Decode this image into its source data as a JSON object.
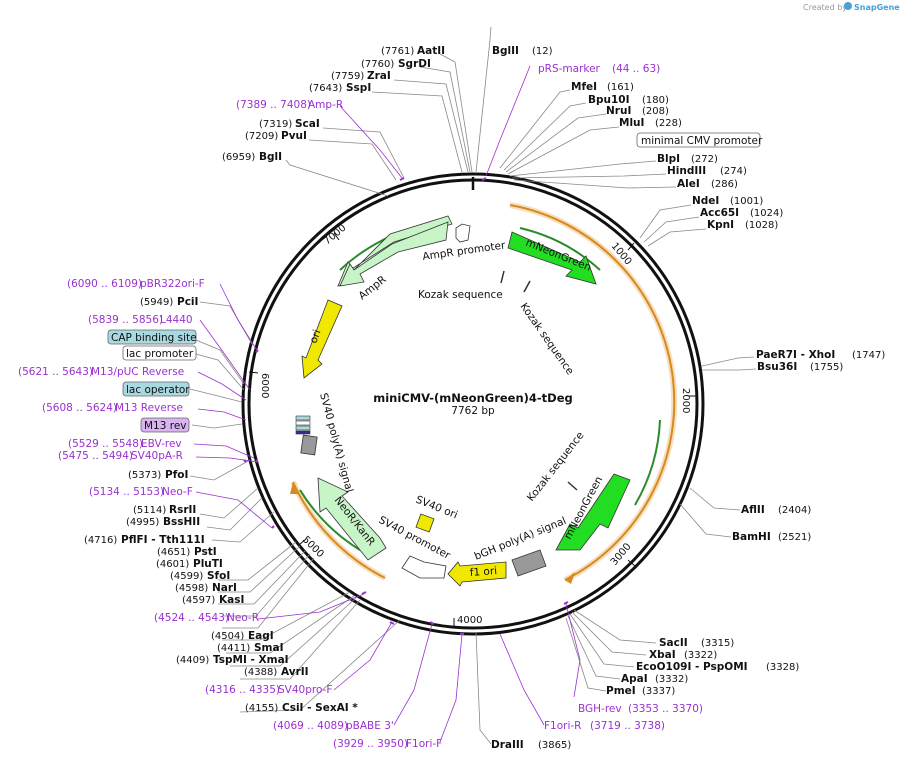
{
  "credit": "Created by",
  "brand": "SnapGene",
  "plasmid": {
    "name": "miniCMV-(mNeonGreen)4-tDeg",
    "length": "7762 bp"
  },
  "ticks": [
    "1000",
    "2000",
    "3000",
    "4000",
    "5000",
    "6000",
    "7000"
  ],
  "enzymes_left": [
    {
      "pos": "(7761)",
      "name": "AatII"
    },
    {
      "pos": "(7760)",
      "name": "SgrDI"
    },
    {
      "pos": "(7759)",
      "name": "ZraI"
    },
    {
      "pos": "(7643)",
      "name": "SspI"
    },
    {
      "pos": "(7319)",
      "name": "ScaI"
    },
    {
      "pos": "(7209)",
      "name": "PvuI"
    },
    {
      "pos": "(6959)",
      "name": "BglI"
    },
    {
      "pos": "(5949)",
      "name": "PciI"
    },
    {
      "pos": "(5373)",
      "name": "PfoI"
    },
    {
      "pos": "(5114)",
      "name": "RsrII"
    },
    {
      "pos": "(4995)",
      "name": "BssHII"
    },
    {
      "pos": "(4716)",
      "name": "PflFI  - Tth111I"
    },
    {
      "pos": "(4651)",
      "name": "PstI"
    },
    {
      "pos": "(4601)",
      "name": "PluTI"
    },
    {
      "pos": "(4599)",
      "name": "SfoI"
    },
    {
      "pos": "(4598)",
      "name": "NarI"
    },
    {
      "pos": "(4597)",
      "name": "KasI"
    },
    {
      "pos": "(4504)",
      "name": "EagI"
    },
    {
      "pos": "(4411)",
      "name": "SmaI"
    },
    {
      "pos": "(4409)",
      "name": "TspMI  - XmaI"
    },
    {
      "pos": "(4388)",
      "name": "AvrII"
    },
    {
      "pos": "(4155)",
      "name": "CsiI  - SexAI  *"
    }
  ],
  "enzymes_right": [
    {
      "name": "BglII",
      "pos": "(12)"
    },
    {
      "name": "MfeI",
      "pos": "(161)"
    },
    {
      "name": "Bpu10I",
      "pos": "(180)"
    },
    {
      "name": "NruI",
      "pos": "(208)"
    },
    {
      "name": "MluI",
      "pos": "(228)"
    },
    {
      "name": "BlpI",
      "pos": "(272)"
    },
    {
      "name": "HindIII",
      "pos": "(274)"
    },
    {
      "name": "AleI",
      "pos": "(286)"
    },
    {
      "name": "NdeI",
      "pos": "(1001)"
    },
    {
      "name": "Acc65I",
      "pos": "(1024)"
    },
    {
      "name": "KpnI",
      "pos": "(1028)"
    },
    {
      "name": "PaeR7I  - XhoI",
      "pos": "(1747)"
    },
    {
      "name": "Bsu36I",
      "pos": "(1755)"
    },
    {
      "name": "AflII",
      "pos": "(2404)"
    },
    {
      "name": "BamHI",
      "pos": "(2521)"
    },
    {
      "name": "SacII",
      "pos": "(3315)"
    },
    {
      "name": "XbaI",
      "pos": "(3322)"
    },
    {
      "name": "EcoO109I  - PspOMI",
      "pos": "(3328)"
    },
    {
      "name": "ApaI",
      "pos": "(3332)"
    },
    {
      "name": "PmeI",
      "pos": "(3337)"
    },
    {
      "name": "DraIII",
      "pos": "(3865)"
    }
  ],
  "primers_left": [
    {
      "range": "(7389 .. 7408)",
      "name": "Amp-R"
    },
    {
      "range": "(6090 .. 6109)",
      "name": "pBR322ori-F"
    },
    {
      "range": "(5839 .. 5856)",
      "name": "L4440"
    },
    {
      "range": "(5621 .. 5643)",
      "name": "M13/pUC Reverse"
    },
    {
      "range": "(5608 .. 5624)",
      "name": "M13 Reverse"
    },
    {
      "range": "(5529 .. 5548)",
      "name": "EBV-rev"
    },
    {
      "range": "(5475 .. 5494)",
      "name": "SV40pA-R"
    },
    {
      "range": "(5134 .. 5153)",
      "name": "Neo-F"
    },
    {
      "range": "(4524 .. 4543)",
      "name": "Neo-R"
    },
    {
      "range": "(4316 .. 4335)",
      "name": "SV40pro-F"
    },
    {
      "range": "(4069 .. 4089)",
      "name": "pBABE 3'"
    },
    {
      "range": "(3929 .. 3950)",
      "name": "F1ori-F"
    }
  ],
  "primers_right": [
    {
      "name": "pRS-marker",
      "range": "(44 .. 63)"
    },
    {
      "name": "BGH-rev",
      "range": "(3353 .. 3370)"
    },
    {
      "name": "F1ori-R",
      "range": "(3719 .. 3738)"
    }
  ],
  "boxed_features": [
    {
      "name": "minimal CMV promoter"
    },
    {
      "name": "CAP binding site"
    },
    {
      "name": "lac promoter"
    },
    {
      "name": "lac operator"
    },
    {
      "name": "M13 rev"
    }
  ],
  "features_inner": [
    {
      "name": "AmpR promoter"
    },
    {
      "name": "AmpR"
    },
    {
      "name": "ori"
    },
    {
      "name": "mNeonGreen"
    },
    {
      "name": "mNeonGreen"
    },
    {
      "name": "Kozak sequence"
    },
    {
      "name": "Kozak sequence"
    },
    {
      "name": "Kozak sequence"
    },
    {
      "name": "SV40 poly(A) signal"
    },
    {
      "name": "NeoR/KanR"
    },
    {
      "name": "SV40 promoter"
    },
    {
      "name": "SV40 ori"
    },
    {
      "name": "bGH poly(A) signal"
    },
    {
      "name": "f1 ori"
    }
  ],
  "colors": {
    "backbone": "#111111",
    "primer": "#9b30d0",
    "feature_green": "#22dd22",
    "feature_lightgreen": "#c8f5c8",
    "feature_yellow": "#f0e800",
    "feature_orange": "#e8a040",
    "cap_box": "#a8d8e0",
    "m13_box": "#d8b4f0",
    "grey_box": "#999999",
    "brand": "#4a9fd8"
  }
}
